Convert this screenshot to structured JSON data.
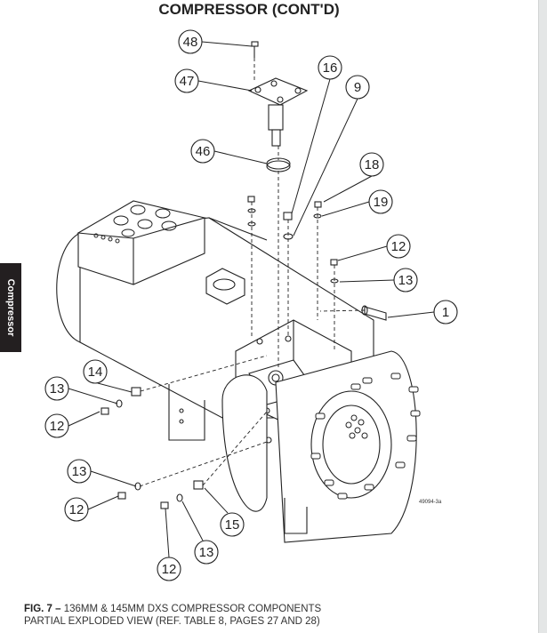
{
  "page": {
    "title": "COMPRESSOR (CONT'D)",
    "side_tab": "Compressor",
    "figure_code": "49094-3a",
    "caption": {
      "label": "FIG. 7 –",
      "line1": "136MM & 145MM DXS COMPRESSOR COMPONENTS",
      "line2": "PARTIAL EXPLODED VIEW (REF. TABLE 8, PAGES 27 AND 28)"
    }
  },
  "callouts": [
    "48",
    "47",
    "16",
    "9",
    "46",
    "18",
    "19",
    "12",
    "13",
    "1",
    "14",
    "13",
    "12",
    "13",
    "12",
    "15",
    "13",
    "12"
  ]
}
